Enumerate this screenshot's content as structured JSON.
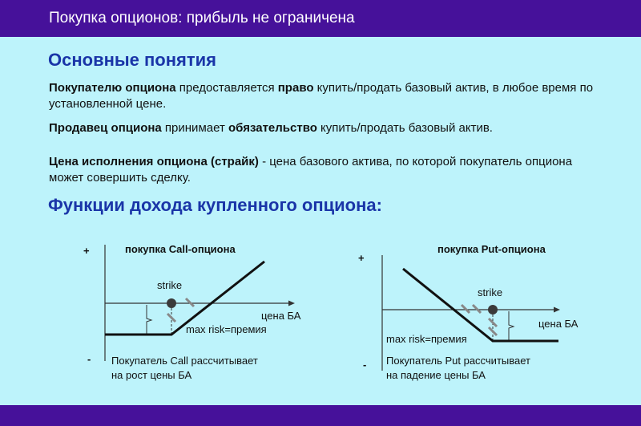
{
  "header": {
    "title": "Покупка опционов: прибыль не ограничена"
  },
  "section1": {
    "heading": "Основные понятия",
    "p1": {
      "b1": "Покупателю опциона",
      "t1": " предоставляется ",
      "b2": "право",
      "t2": " купить/продать базовый актив, в любое время по установленной цене."
    },
    "p2": {
      "b1": "Продавец опциона",
      "t1": " принимает ",
      "b2": "обязательство",
      "t2": " купить/продать базовый актив."
    },
    "p3": {
      "b1": "Цена исполнения опциона (страйк)",
      "t1": " - цена базового актива, по которой покупатель опциона может совершить сделку."
    }
  },
  "section2": {
    "heading": "Функции дохода купленного опциона:"
  },
  "call_chart": {
    "title": "покупка Call-опциона",
    "plus": "+",
    "minus": "-",
    "strike_label": "strike",
    "xlabel": "цена БА",
    "risk_label": "max risk=премия",
    "caption_line1": "Покупатель Call рассчитывает",
    "caption_line2": "на рост цены БА"
  },
  "put_chart": {
    "title": "покупка Put-опциона",
    "plus": "+",
    "minus": "-",
    "strike_label": "strike",
    "xlabel": "цена БА",
    "risk_label": "max risk=премия",
    "caption_line1": "Покупатель Put рассчитывает",
    "caption_line2": "на падение цены БА"
  },
  "colors": {
    "bar": "#46119a",
    "background": "#bdf3fb",
    "heading": "#1a35a8",
    "marker": "#888888"
  }
}
